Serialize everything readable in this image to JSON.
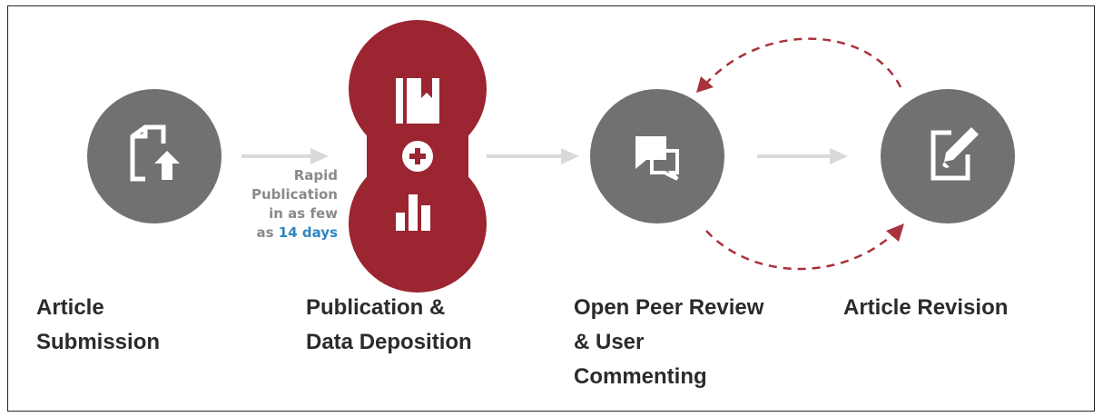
{
  "colors": {
    "step_gray": "#717171",
    "publication_red": "#9b2530",
    "arrow_gray": "#d9d9d9",
    "loop_red": "#a8323c",
    "highlight_blue": "#2f86c0",
    "note_gray": "#8a8a8a",
    "label_dark": "#2b2b2b"
  },
  "steps": [
    {
      "label_line1": "Article",
      "label_line2": "Submission",
      "label_line3": "",
      "icon": "upload-document-icon"
    },
    {
      "label_line1": "Publication &",
      "label_line2": "Data Deposition",
      "label_line3": "",
      "icon": "book-bookmark-icon"
    },
    {
      "label_line1": "Open Peer Review",
      "label_line2": "& User",
      "label_line3": "Commenting",
      "icon": "chat-bubbles-icon"
    },
    {
      "label_line1": "Article Revision",
      "label_line2": "",
      "label_line3": "",
      "icon": "edit-pencil-icon"
    }
  ],
  "publication_extra_icons": [
    "plus-icon",
    "bar-chart-icon"
  ],
  "rapid_note": {
    "line1": "Rapid",
    "line2": "Publication",
    "line3": "in as few",
    "line4_prefix": "as",
    "line4_highlight": "14 days"
  }
}
